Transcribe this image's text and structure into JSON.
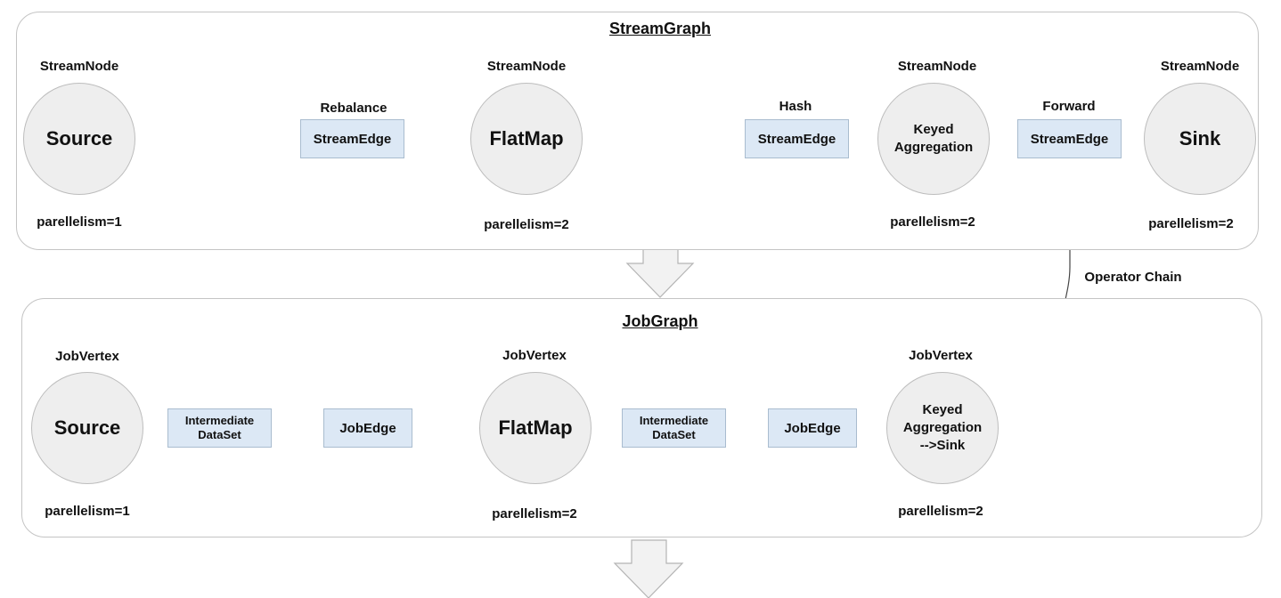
{
  "stream_graph": {
    "title": "StreamGraph",
    "nodes": [
      {
        "type_label": "StreamNode",
        "name": "Source",
        "parallelism": "parellelism=1"
      },
      {
        "type_label": "StreamNode",
        "name": "FlatMap",
        "parallelism": "parellelism=2"
      },
      {
        "type_label": "StreamNode",
        "name": "Keyed Aggregation",
        "parallelism": "parellelism=2"
      },
      {
        "type_label": "StreamNode",
        "name": "Sink",
        "parallelism": "parellelism=2"
      }
    ],
    "edges": [
      {
        "partitioner": "Rebalance",
        "label": "StreamEdge"
      },
      {
        "partitioner": "Hash",
        "label": "StreamEdge"
      },
      {
        "partitioner": "Forward",
        "label": "StreamEdge"
      }
    ]
  },
  "operator_chain_label": "Operator Chain",
  "job_graph": {
    "title": "JobGraph",
    "vertices": [
      {
        "type_label": "JobVertex",
        "name": "Source",
        "parallelism": "parellelism=1"
      },
      {
        "type_label": "JobVertex",
        "name": "FlatMap",
        "parallelism": "parellelism=2"
      },
      {
        "type_label": "JobVertex",
        "name": "Keyed Aggregation -->Sink",
        "parallelism": "parellelism=2"
      }
    ],
    "datasets": [
      "Intermediate DataSet",
      "Intermediate DataSet"
    ],
    "edges": [
      "JobEdge",
      "JobEdge"
    ]
  }
}
